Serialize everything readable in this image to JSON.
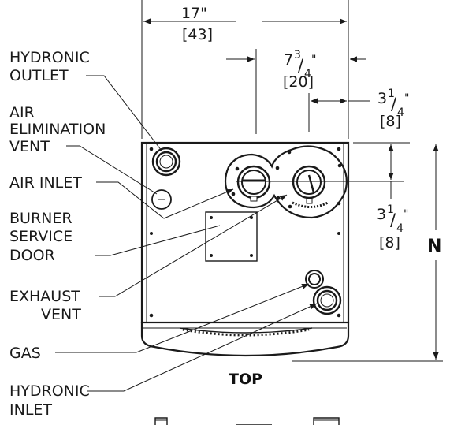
{
  "labels": {
    "hydronic_outlet_1": "HYDRONIC",
    "hydronic_outlet_2": "OUTLET",
    "air_elim_1": "AIR",
    "air_elim_2": "ELIMINATION",
    "air_elim_3": "VENT",
    "air_inlet": "AIR INLET",
    "burner_1": "BURNER",
    "burner_2": "SERVICE",
    "burner_3": "DOOR",
    "exhaust_1": "EXHAUST",
    "exhaust_2": "VENT",
    "gas": "GAS",
    "hydronic_inlet_1": "HYDRONIC",
    "hydronic_inlet_2": "INLET",
    "view": "TOP"
  },
  "dimensions": {
    "width_in": "17\"",
    "width_cm": "[43]",
    "offset_in_whole": "7",
    "offset_in_num": "3",
    "offset_in_den": "4",
    "offset_in_mark": "\"",
    "offset_cm": "[20]",
    "top_in_whole": "3",
    "top_in_num": "1",
    "top_in_den": "4",
    "top_in_mark": "\"",
    "top_cm": "[8]",
    "side_in_whole": "3",
    "side_in_num": "1",
    "side_in_den": "4",
    "side_in_mark": "\"",
    "side_cm": "[8]",
    "height": "N"
  }
}
